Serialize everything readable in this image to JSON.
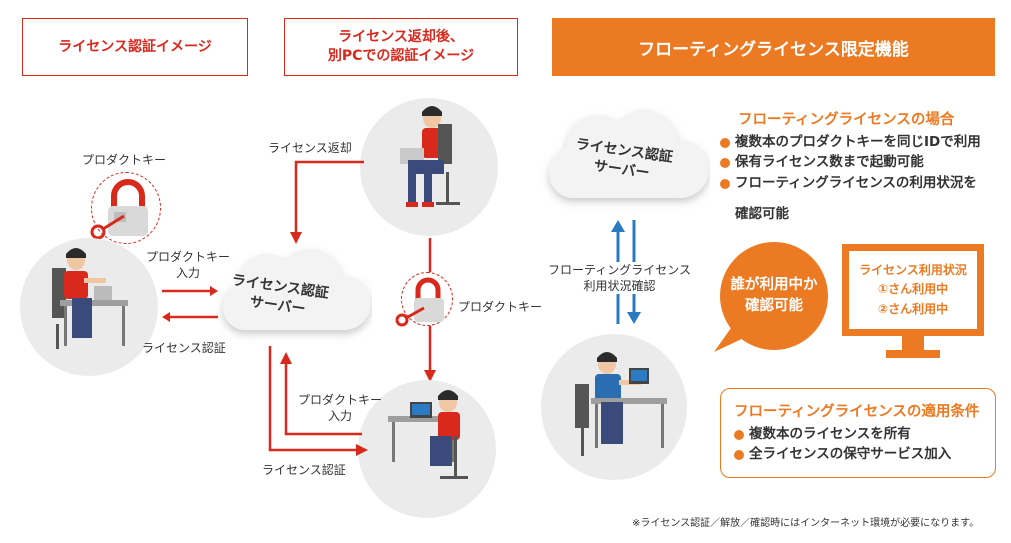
{
  "headers": {
    "license_auth_image": "ライセンス認証イメージ",
    "after_return_line1": "ライセンス返却後、",
    "after_return_line2": "別PCでの認証イメージ",
    "floating_only": "フローティングライセンス限定機能"
  },
  "left": {
    "product_key_label": "プロダクトキー",
    "product_key_input_line1": "プロダクトキー",
    "product_key_input_line2": "入力",
    "license_auth": "ライセンス認証",
    "server_line1": "ライセンス認証",
    "server_line2": "サーバー"
  },
  "middle": {
    "license_return": "ライセンス返却",
    "product_key_label": "プロダクトキー",
    "product_key_input_line1": "プロダクトキー",
    "product_key_input_line2": "入力",
    "license_auth": "ライセンス認証"
  },
  "right": {
    "server_line1": "ライセンス認証",
    "server_line2": "サーバー",
    "usage_check_line1": "フローティングライセンス",
    "usage_check_line2": "利用状況確認",
    "case_title": "フローティングライセンスの場合",
    "case_items": [
      "複数本のプロダクトキーを同じIDで利用",
      "保有ライセンス数まで起動可能",
      "フローティングライセンスの利用状況を"
    ],
    "case_item3_cont": "確認可能",
    "bubble_line1": "誰が利用中か",
    "bubble_line2": "確認可能",
    "monitor_title": "ライセンス利用状況",
    "monitor_row1": "①さん利用中",
    "monitor_row2": "②さん利用中",
    "cond_title": "フローティングライセンスの適用条件",
    "cond_items": [
      "複数本のライセンスを所有",
      "全ライセンスの保守サービス加入"
    ]
  },
  "footnote": "※ライセンス認証／解放／確認時にはインターネット環境が必要になります。",
  "colors": {
    "red": "#d9281c",
    "orange": "#ec7a23",
    "blue": "#2a7bc4",
    "gray_circle": "#ebebeb"
  }
}
